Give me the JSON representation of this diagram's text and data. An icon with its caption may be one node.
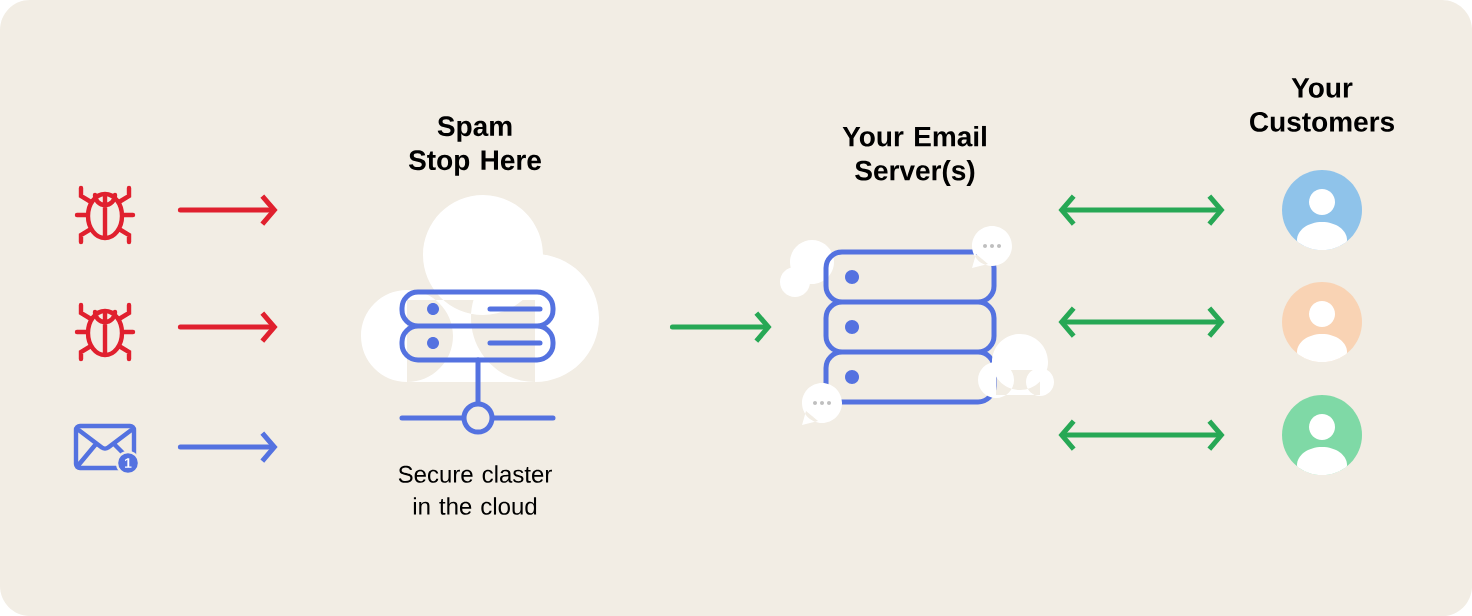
{
  "diagram": {
    "nodes": [
      {
        "text": [],
        "shape": "picture"
      },
      {
        "text": [],
        "shape": "picture"
      },
      {
        "text": [],
        "shape": "picture"
      },
      {
        "text": [
          "Spam Stop Here"
        ],
        "beside": [
          "Secure claster in the cloud"
        ]
      },
      {
        "text": [
          "Your Email Server(s)"
        ]
      },
      {
        "text": [],
        "shape": "circle"
      },
      {
        "text": [],
        "shape": "circle"
      },
      {
        "text": [],
        "shape": "circle"
      }
    ],
    "edges": [
      {
        "from": 0,
        "to": 3,
        "arrow": "to",
        "color": "#e0202e"
      },
      {
        "from": 1,
        "to": 3,
        "arrow": "to",
        "color": "#e0202e"
      },
      {
        "from": 2,
        "to": 3,
        "arrow": "to",
        "color": "#5472e0"
      },
      {
        "from": 3,
        "to": 4,
        "arrow": "to"
      },
      {
        "from": 4,
        "to": 5,
        "arrow": "both"
      },
      {
        "from": 4,
        "to": 6,
        "arrow": "both"
      },
      {
        "from": 4,
        "to": 7,
        "arrow": "both"
      }
    ],
    "labels": [
      "Your Customers",
      "1"
    ]
  }
}
